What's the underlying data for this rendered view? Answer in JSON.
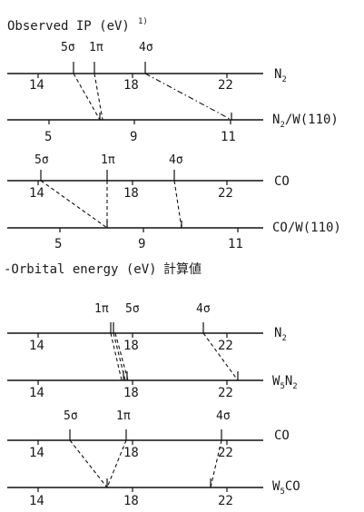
{
  "headings": {
    "observed": "Observed IP (eV)",
    "observed_ref": "1)",
    "orbital": "-Orbital energy (eV)",
    "orbital_note": "計算値"
  },
  "panel1": {
    "orbitals": {
      "s5": "5σ",
      "p1": "1π",
      "s4": "4σ"
    },
    "top_ticks": [
      "14",
      "18",
      "22"
    ],
    "top_label": "N",
    "top_label_sub": "2",
    "bot_ticks": [
      "5",
      "9",
      "11"
    ],
    "bot_label": "N",
    "bot_label_sub": "2",
    "bot_label_tail": "/W(110)"
  },
  "panel2": {
    "orbitals": {
      "s5": "5σ",
      "p1": "1π",
      "s4": "4σ"
    },
    "top_ticks": [
      "14",
      "18",
      "22"
    ],
    "top_label": "CO",
    "bot_ticks": [
      "5",
      "9",
      "11"
    ],
    "bot_label": "CO/W(110)"
  },
  "panel3": {
    "orbitals": {
      "p1": "1π",
      "s5": "5σ",
      "s4": "4σ"
    },
    "top_ticks": [
      "14",
      "18",
      "22"
    ],
    "top_label": "N",
    "top_label_sub": "2",
    "bot_ticks": [
      "14",
      "18",
      "22"
    ],
    "bot_label": "W",
    "bot_label_sub": "5",
    "bot_label_tail": "N",
    "bot_label_sub2": "2"
  },
  "panel4": {
    "orbitals": {
      "s5": "5σ",
      "p1": "1π",
      "s4": "4σ"
    },
    "top_ticks": [
      "14",
      "18",
      "22"
    ],
    "top_label": "CO",
    "bot_ticks": [
      "14",
      "18",
      "22"
    ],
    "bot_label": "W",
    "bot_label_sub": "5",
    "bot_label_tail": "CO"
  }
}
